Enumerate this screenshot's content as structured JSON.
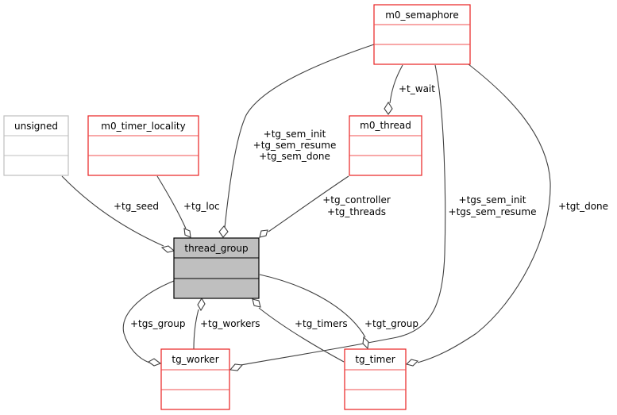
{
  "diagram": {
    "type": "collaboration-graph",
    "nodes": [
      {
        "id": "m0_semaphore",
        "label": "m0_semaphore",
        "style": "red"
      },
      {
        "id": "unsigned",
        "label": "unsigned",
        "style": "gray"
      },
      {
        "id": "m0_timer_locality",
        "label": "m0_timer_locality",
        "style": "red"
      },
      {
        "id": "m0_thread",
        "label": "m0_thread",
        "style": "red"
      },
      {
        "id": "thread_group",
        "label": "thread_group",
        "style": "focus"
      },
      {
        "id": "tg_worker",
        "label": "tg_worker",
        "style": "red"
      },
      {
        "id": "tg_timer",
        "label": "tg_timer",
        "style": "red"
      }
    ],
    "edges": [
      {
        "from": "m0_semaphore",
        "to": "m0_thread",
        "labels": [
          "+t_wait"
        ]
      },
      {
        "from": "m0_semaphore",
        "to": "thread_group",
        "labels": [
          "+tg_sem_init",
          "+tg_sem_resume",
          "+tg_sem_done"
        ]
      },
      {
        "from": "unsigned",
        "to": "thread_group",
        "labels": [
          "+tg_seed"
        ]
      },
      {
        "from": "m0_timer_locality",
        "to": "thread_group",
        "labels": [
          "+tg_loc"
        ]
      },
      {
        "from": "m0_thread",
        "to": "thread_group",
        "labels": [
          "+tg_controller",
          "+tg_threads"
        ]
      },
      {
        "from": "m0_semaphore",
        "to": "tg_worker",
        "labels": [
          "+tgs_sem_init",
          "+tgs_sem_resume"
        ]
      },
      {
        "from": "m0_semaphore",
        "to": "tg_timer",
        "labels": [
          "+tgt_done"
        ]
      },
      {
        "from": "thread_group",
        "to": "tg_worker",
        "labels": [
          "+tgs_group"
        ]
      },
      {
        "from": "tg_worker",
        "to": "thread_group",
        "labels": [
          "+tg_workers"
        ]
      },
      {
        "from": "tg_timer",
        "to": "thread_group",
        "labels": [
          "+tg_timers"
        ]
      },
      {
        "from": "thread_group",
        "to": "tg_timer",
        "labels": [
          "+tgt_group"
        ]
      }
    ]
  },
  "colors": {
    "red_border": "#e82020",
    "red_divider": "#f05050",
    "gray_border": "#bfbfbf",
    "focus_fill": "#bfbfbf",
    "focus_border": "#000000",
    "edge": "#404040"
  }
}
